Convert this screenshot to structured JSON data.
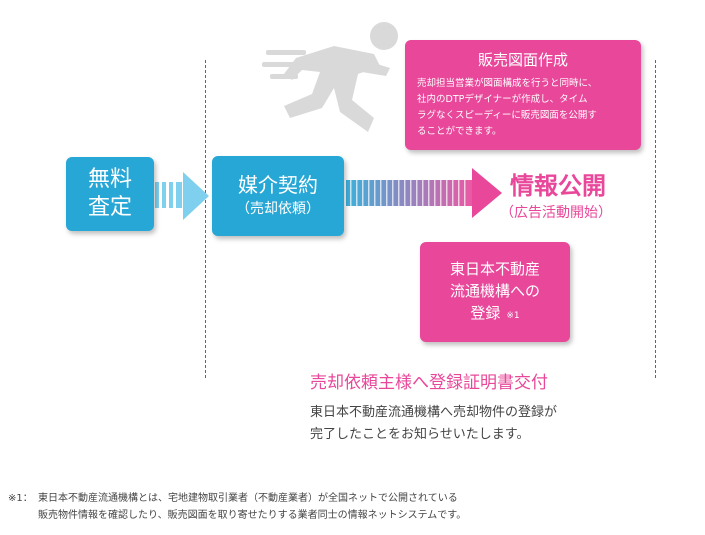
{
  "flow": {
    "step1": {
      "lines": [
        "無料",
        "査定"
      ]
    },
    "step2": {
      "title": "媒介契約",
      "subtitle": "（売却依頼）"
    },
    "sales_drawing": {
      "title": "販売図面作成",
      "body": [
        "売却担当営業が図面構成を行うと同時に、",
        "社内のDTPデザイナーが作成し、タイム",
        "ラグなくスピーディーに販売図面を公開す",
        "ることができます。"
      ]
    },
    "publish": {
      "title": "情報公開",
      "subtitle": "（広告活動開始）"
    },
    "reins": {
      "lines": [
        "東日本不動産",
        "流通機構への",
        "登録"
      ],
      "note": "※1"
    }
  },
  "certificate": {
    "title": "売却依頼主様へ登録証明書交付",
    "description": [
      "東日本不動産流通機構へ売却物件の登録が",
      "完了したことをお知らせいたします。"
    ]
  },
  "footnote": {
    "mark": "※1：",
    "line1": "東日本不動産流通機構とは、宅地建物取引業者（不動産業者）が全国ネットで公開されている",
    "line2": "販売物件情報を確認したり、販売図面を取り寄せたりする業者同士の情報ネットシステムです。"
  },
  "colors": {
    "blue": "#27a7d6",
    "pink": "#e8479a",
    "arrow_light": "#7fd0ee",
    "runner": "#d9d9d9"
  },
  "icons": {
    "runner": "running-person-icon"
  }
}
